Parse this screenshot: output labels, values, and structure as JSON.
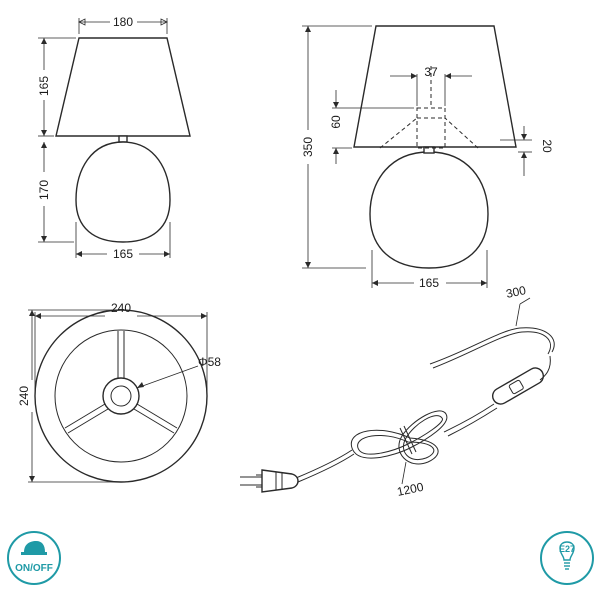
{
  "views": {
    "front": {
      "shade_top_width": "180",
      "shade_height": "165",
      "base_height": "170",
      "base_width": "165"
    },
    "section": {
      "overall_height": "350",
      "socket_width": "37",
      "socket_height": "60",
      "shade_offset": "20",
      "base_width": "165"
    },
    "top": {
      "shade_diameter_h": "240",
      "shade_diameter_v": "240",
      "ring_diameter": "Φ58"
    },
    "cable": {
      "cord_length": "300",
      "plug_cord_length": "1200"
    }
  },
  "badges": {
    "switch": {
      "label": "ON/OFF",
      "color": "#1f9aa6"
    },
    "bulb": {
      "label": "E27",
      "color": "#1f9aa6"
    }
  }
}
